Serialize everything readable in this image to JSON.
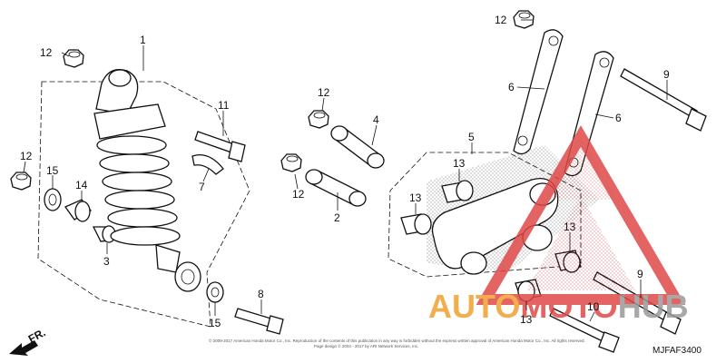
{
  "diagram": {
    "code": "MJFAF3400",
    "direction_label": "FR.",
    "watermark": {
      "part1": "AUTO",
      "part2": "MOTO",
      "part3": "HUB"
    },
    "copyright_line1": "© 2009-2017 American Honda Motor Co., Inc. Reproduction of the contents of this publication in any way is forbidden without the express written approval of American Honda Motor Co., Inc. All rights reserved.",
    "copyright_line2": "Page design © 2004 - 2017 by ARI Network Services, Inc.",
    "callouts": {
      "c1": "1",
      "c2": "2",
      "c3": "3",
      "c4": "4",
      "c5": "5",
      "c6a": "6",
      "c6b": "6",
      "c7": "7",
      "c8": "8",
      "c9a": "9",
      "c9b": "9",
      "c10": "10",
      "c11": "11",
      "c12a": "12",
      "c12b": "12",
      "c12c": "12",
      "c12d": "12",
      "c12e": "12",
      "c13a": "13",
      "c13b": "13",
      "c13c": "13",
      "c13d": "13",
      "c14": "14",
      "c15a": "15",
      "c15b": "15"
    }
  }
}
